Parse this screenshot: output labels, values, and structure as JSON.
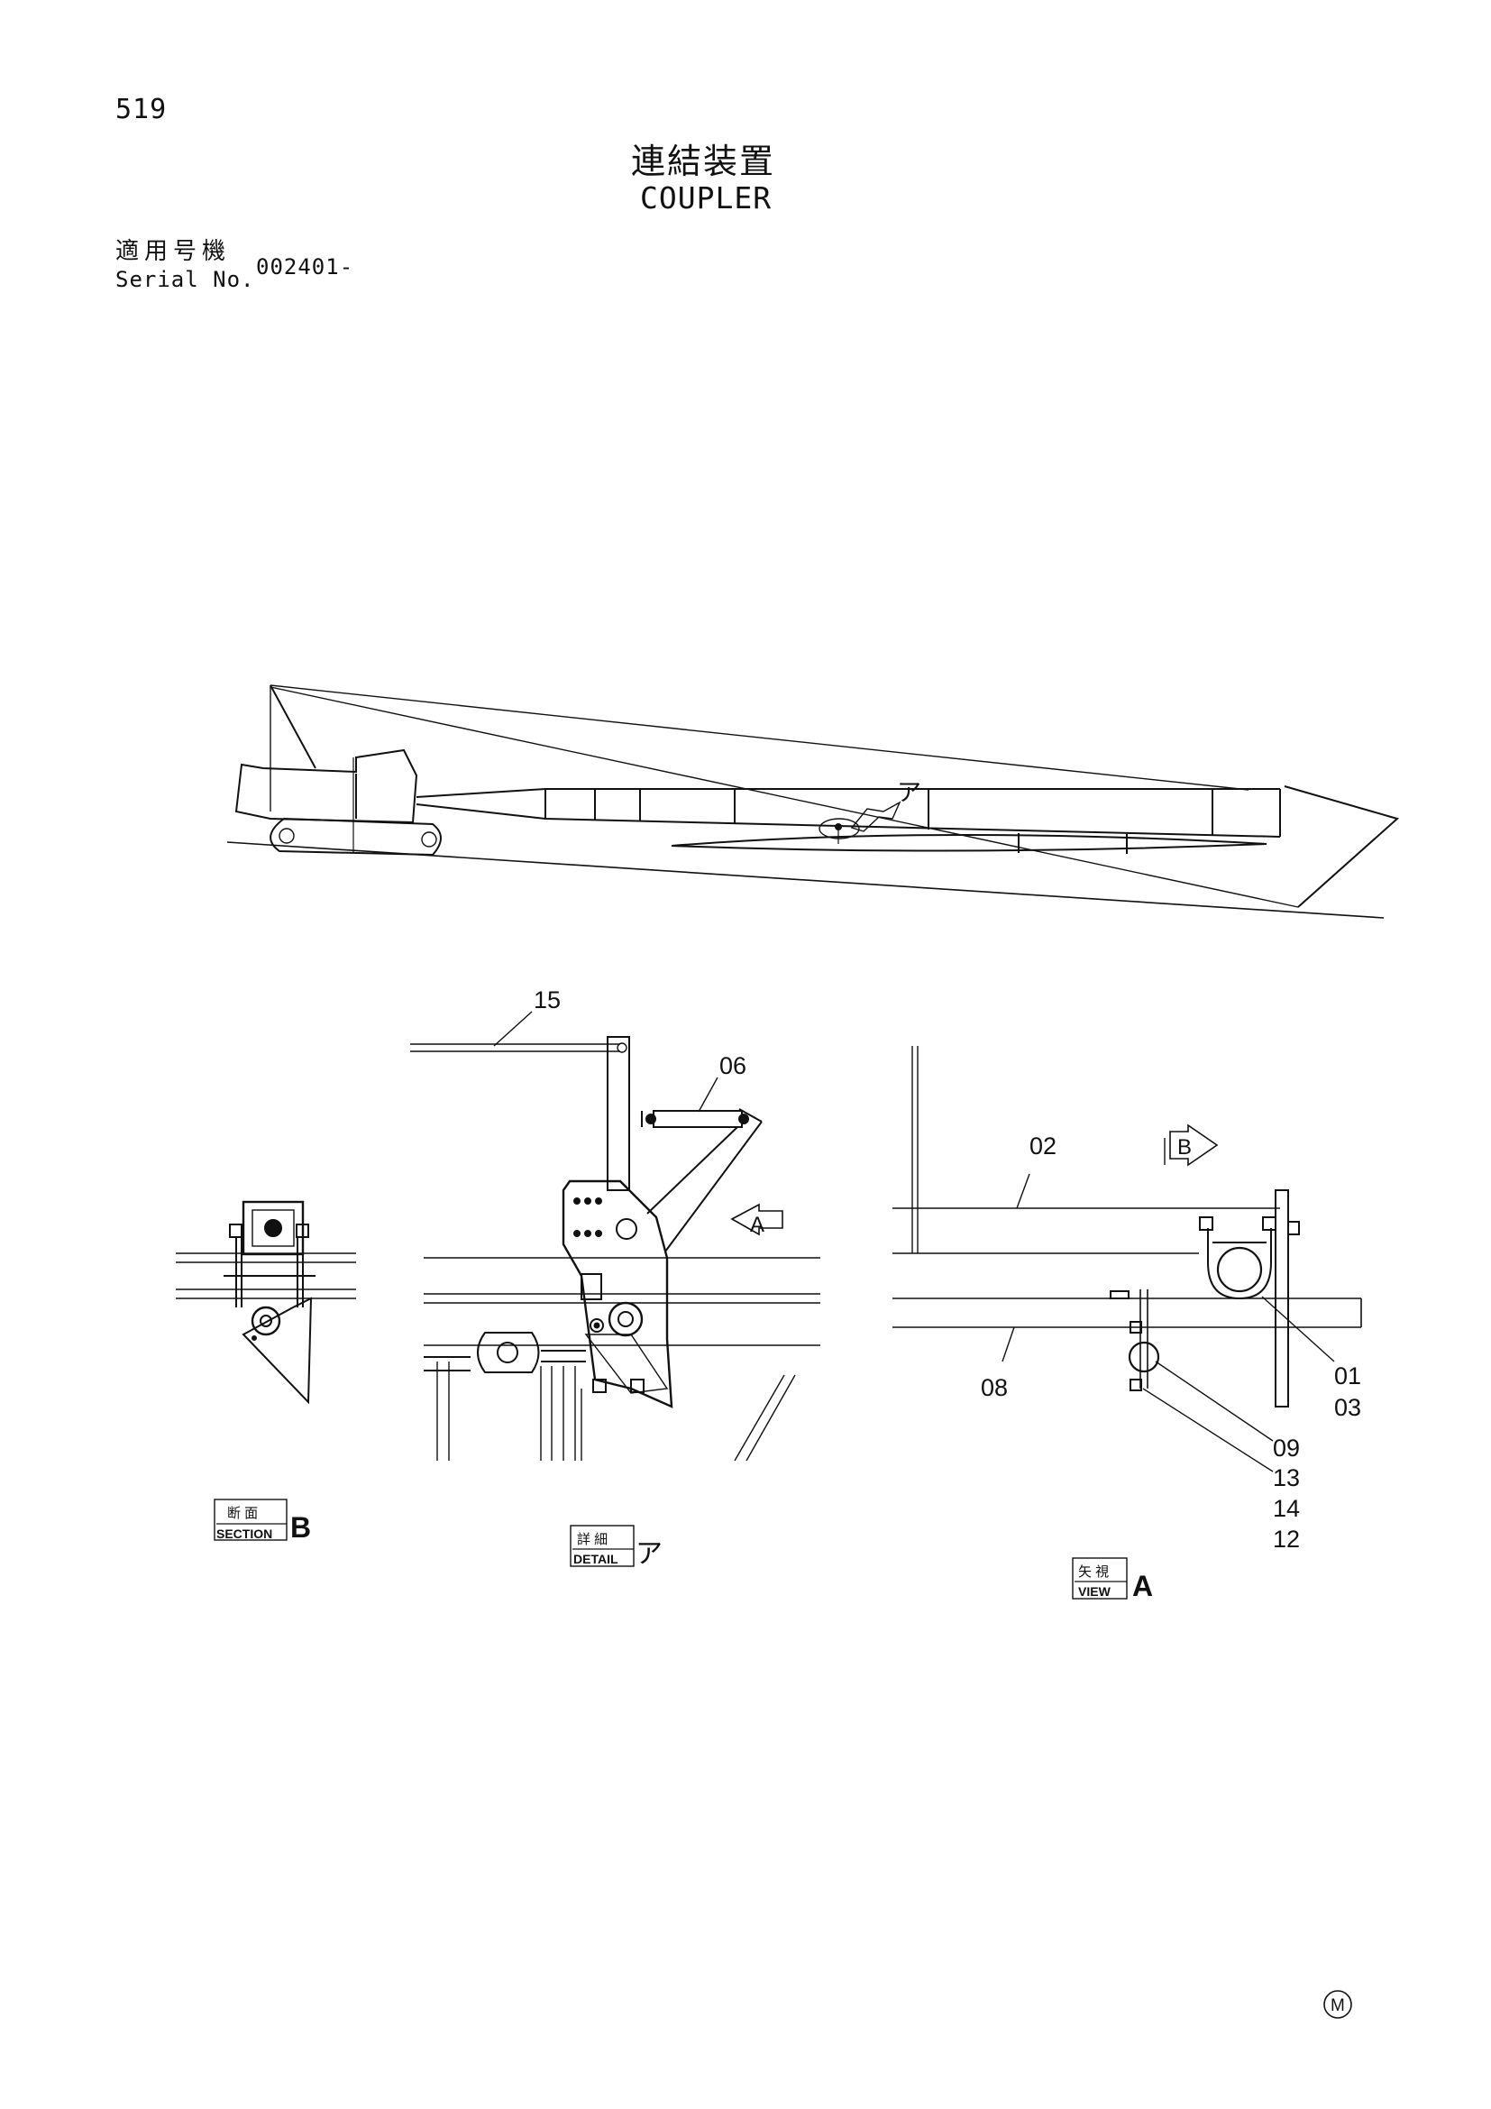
{
  "page_number": "519",
  "title": {
    "japanese": "連結装置",
    "english": "COUPLER"
  },
  "serial": {
    "label_japanese": "適用号機",
    "label_english": "Serial No.",
    "value": "002401-"
  },
  "overview": {
    "detail_marker": "ア"
  },
  "callouts": {
    "c15": "15",
    "c06": "06",
    "c02": "02",
    "c08": "08",
    "c01": "01",
    "c03": "03",
    "c09": "09",
    "c13": "13",
    "c14": "14",
    "c12": "12"
  },
  "view_arrows": {
    "a": "A",
    "b": "B"
  },
  "view_tags": {
    "section": {
      "jp": "断 面",
      "en": "SECTION",
      "letter": "B"
    },
    "detail": {
      "jp": "詳 細",
      "en": "DETAIL",
      "letter": "ア"
    },
    "view": {
      "jp": "矢 視",
      "en": "VIEW",
      "letter": "A"
    }
  },
  "footer_mark": "M"
}
